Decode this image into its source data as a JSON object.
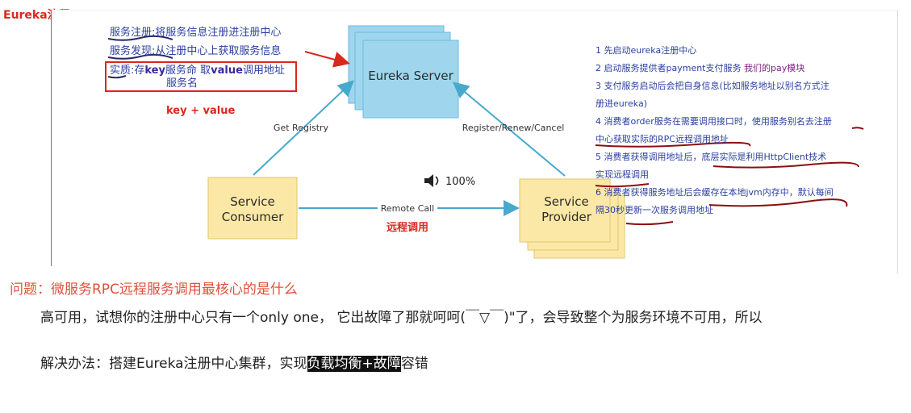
{
  "page_title": "Eureka流程:",
  "notes": {
    "register": "服务注册:将服务信息注册进注册中心",
    "discover": "服务发现:从注册中心上获取服务信息",
    "essence_prefix": "实质:存",
    "essence_key": "key",
    "essence_mid": "服务命 取",
    "essence_value": "value",
    "essence_suffix": "调用地址",
    "essence_line2": "服务名"
  },
  "key_value": "key + value",
  "diagram": {
    "server": "Eureka Server",
    "consumer_line1": "Service",
    "consumer_line2": "Consumer",
    "provider_line1": "Service",
    "provider_line2": "Provider",
    "get_registry": "Get Registry",
    "register_renew": "Register/Renew/Cancel",
    "remote_call": "Remote Call",
    "remote_call_cn": "远程调用",
    "volume_text": "100%"
  },
  "steps": {
    "s1": "1 先启动eureka注册中心",
    "s2": "2 启动服务提供者payment支付服务",
    "s2_extra": "我们的pay模块",
    "s3a": "3 支付服务启动后会把自身信息(比如服务地址以别名方式注",
    "s3b": "册进eureka)",
    "s4a": "4 消费者order服务在需要调用接口时，使用服务别名去注册",
    "s4b": "中心获取实际的RPC远程调用地址",
    "s5a": "5 消费者获得调用地址后，底层实际是利用HttpClient技术",
    "s5b": "实现远程调用",
    "s6a": "6 消费者获得服务地址后会缓存在本地jvm内存中，默认每间",
    "s6b": "隔30秒更新一次服务调用地址"
  },
  "question": "问题：微服务RPC远程服务调用最核心的是什么",
  "body": {
    "line1": "高可用，试想你的注册中心只有一个only one，  它出故障了那就呵呵(￣▽￣)\"了，会导致整个为服务环境不可用，所以",
    "line2_prefix": "解决办法：搭建Eureka注册中心集群，实现",
    "line2_highlight": "负载均衡+故障",
    "line2_suffix": "容错"
  },
  "colors": {
    "server_fill": "#9fd6ee",
    "node_fill": "#fce8a6",
    "arrow": "#47a9cc",
    "red": "#d9281c"
  }
}
